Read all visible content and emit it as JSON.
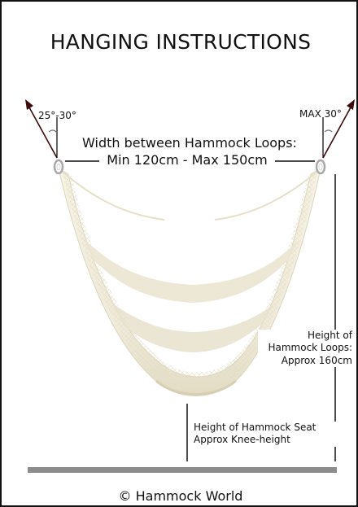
{
  "title": "HANGING INSTRUCTIONS",
  "angles": {
    "left": "25°-30°",
    "right": "MAX 30°"
  },
  "width_label": {
    "line1": "Width between Hammock Loops:",
    "line2": "Min 120cm - Max 150cm"
  },
  "loops_height_label": {
    "line1": "Height of",
    "line2": "Hammock Loops:",
    "line3": "Approx 160cm"
  },
  "seat_height_label": {
    "line1": "Height of Hammock Seat",
    "line2": "Approx Knee-height"
  },
  "copyright": "© Hammock World",
  "colors": {
    "line": "#111111",
    "arrow": "#3b0a0a",
    "floor": "#8c8c8c",
    "hammock": "#f0ecd8",
    "hammock_shadow": "#dcd6bd",
    "ring": "#b8b8b8"
  }
}
